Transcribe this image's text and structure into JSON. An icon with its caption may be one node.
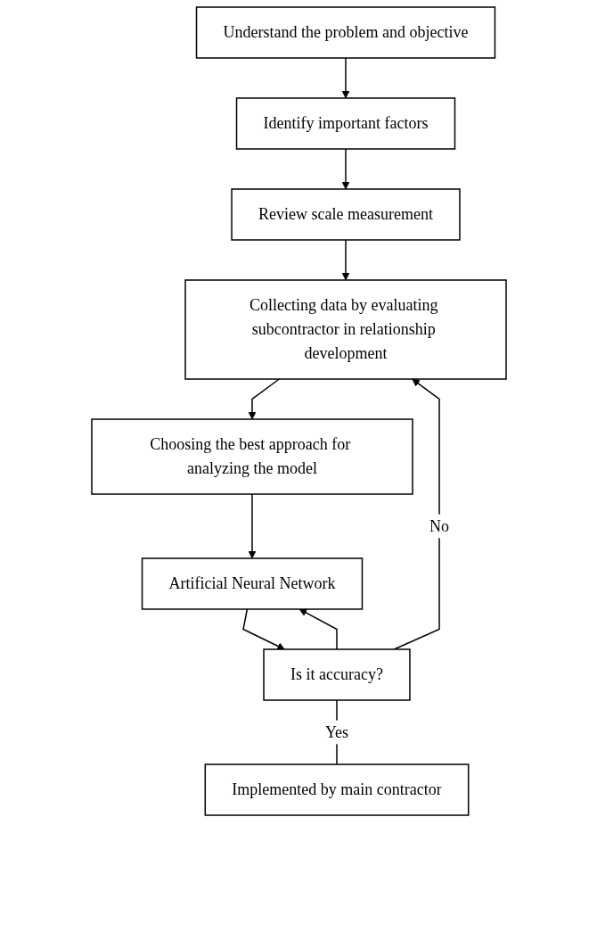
{
  "diagram": {
    "nodes": [
      {
        "text": [
          "Understand the problem and objective"
        ]
      },
      {
        "text": [
          "Identify important factors"
        ]
      },
      {
        "text": [
          "Review scale measurement"
        ]
      },
      {
        "text": [
          "Collecting data by evaluating subcontractor in relationship development"
        ]
      },
      {
        "text": [
          "Choosing the best approach for analyzing the model"
        ]
      },
      {
        "text": [
          "Artificial Neural Network"
        ]
      },
      {
        "text": [
          "Is it accuracy?"
        ]
      },
      {
        "text": [
          "Implemented by main contractor"
        ]
      }
    ],
    "edges": [
      {
        "from": 0,
        "to": 1,
        "arrow": "to"
      },
      {
        "from": 1,
        "to": 2,
        "arrow": "to"
      },
      {
        "from": 2,
        "to": 3,
        "arrow": "to"
      },
      {
        "from": 3,
        "to": 4,
        "arrow": "to"
      },
      {
        "from": 4,
        "to": 5,
        "arrow": "to"
      },
      {
        "from": 5,
        "to": 6,
        "arrow": "to"
      },
      {
        "from": 6,
        "to": 3,
        "arrow": "to",
        "label": "No"
      },
      {
        "from": 6,
        "to": 5,
        "arrow": "to"
      },
      {
        "from": 6,
        "to": 7,
        "arrow": "none",
        "label": "Yes"
      }
    ]
  }
}
